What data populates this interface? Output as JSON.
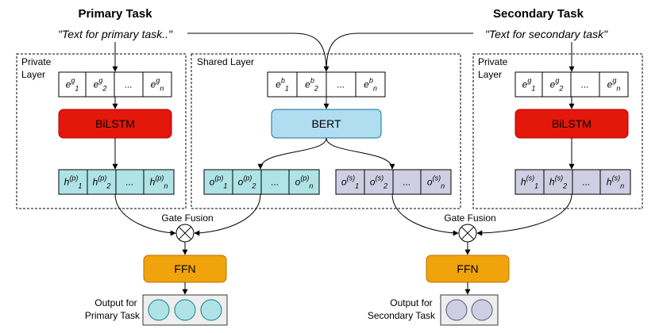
{
  "titles": {
    "primary": "Primary Task",
    "secondary": "Secondary Task"
  },
  "inputs": {
    "primary": "\"Text for primary task..\"",
    "secondary": "\"Text for secondary task\""
  },
  "regions": {
    "private_left": [
      "Private",
      "Layer"
    ],
    "shared": "Shared Layer",
    "private_right": [
      "Private",
      "Layer"
    ]
  },
  "vectors": {
    "eg_left": [
      {
        "base": "e",
        "sup": "g",
        "sub": "1"
      },
      {
        "base": "e",
        "sup": "g",
        "sub": "2"
      },
      {
        "base": "...",
        "sup": "",
        "sub": ""
      },
      {
        "base": "e",
        "sup": "g",
        "sub": "n"
      }
    ],
    "eb_shared": [
      {
        "base": "e",
        "sup": "b",
        "sub": "1"
      },
      {
        "base": "e",
        "sup": "b",
        "sub": "2"
      },
      {
        "base": "...",
        "sup": "",
        "sub": ""
      },
      {
        "base": "e",
        "sup": "b",
        "sub": "n"
      }
    ],
    "eg_right": [
      {
        "base": "e",
        "sup": "g",
        "sub": "1"
      },
      {
        "base": "e",
        "sup": "g",
        "sub": "2"
      },
      {
        "base": "...",
        "sup": "",
        "sub": ""
      },
      {
        "base": "e",
        "sup": "g",
        "sub": "n"
      }
    ],
    "h_primary": [
      {
        "base": "h",
        "sup": "(p)",
        "sub": "1"
      },
      {
        "base": "h",
        "sup": "(p)",
        "sub": "2"
      },
      {
        "base": "...",
        "sup": "",
        "sub": ""
      },
      {
        "base": "h",
        "sup": "(p)",
        "sub": "n"
      }
    ],
    "o_primary": [
      {
        "base": "o",
        "sup": "(p)",
        "sub": "1"
      },
      {
        "base": "o",
        "sup": "(p)",
        "sub": "2"
      },
      {
        "base": "...",
        "sup": "",
        "sub": ""
      },
      {
        "base": "o",
        "sup": "(p)",
        "sub": "n"
      }
    ],
    "o_secondary": [
      {
        "base": "o",
        "sup": "(s)",
        "sub": "1"
      },
      {
        "base": "o",
        "sup": "(s)",
        "sub": "2"
      },
      {
        "base": "...",
        "sup": "",
        "sub": ""
      },
      {
        "base": "o",
        "sup": "(s)",
        "sub": "n"
      }
    ],
    "h_secondary": [
      {
        "base": "h",
        "sup": "(s)",
        "sub": "1"
      },
      {
        "base": "h",
        "sup": "(s)",
        "sub": "2"
      },
      {
        "base": "...",
        "sup": "",
        "sub": ""
      },
      {
        "base": "h",
        "sup": "(s)",
        "sub": "n"
      }
    ]
  },
  "blocks": {
    "bilstm_left": "BiLSTM",
    "bert": "BERT",
    "bilstm_right": "BiLSTM",
    "ffn_left": "FFN",
    "ffn_right": "FFN"
  },
  "gates": {
    "left": "Gate Fusion",
    "right": "Gate Fusion"
  },
  "outputs": {
    "primary": [
      "Output for",
      "Primary Task"
    ],
    "secondary": [
      "Output for",
      "Secondary Task"
    ],
    "primary_circles": 3,
    "secondary_circles": 2
  },
  "colors": {
    "bilstm": "#e3170a",
    "bilstm_border": "#b20000",
    "bert": "#b1ddf0",
    "bert_border": "#10739e",
    "ffn": "#f0a30a",
    "ffn_border": "#bd7000",
    "primary_cell": "#b0e3e6",
    "primary_cell_border": "#0e8088",
    "secondary_cell": "#d0cee2",
    "secondary_cell_border": "#56517e",
    "output_box": "#eeeeee",
    "output_box_border": "#36393d",
    "block_text_light": "#ffffff",
    "block_text_dark": "#000000"
  }
}
